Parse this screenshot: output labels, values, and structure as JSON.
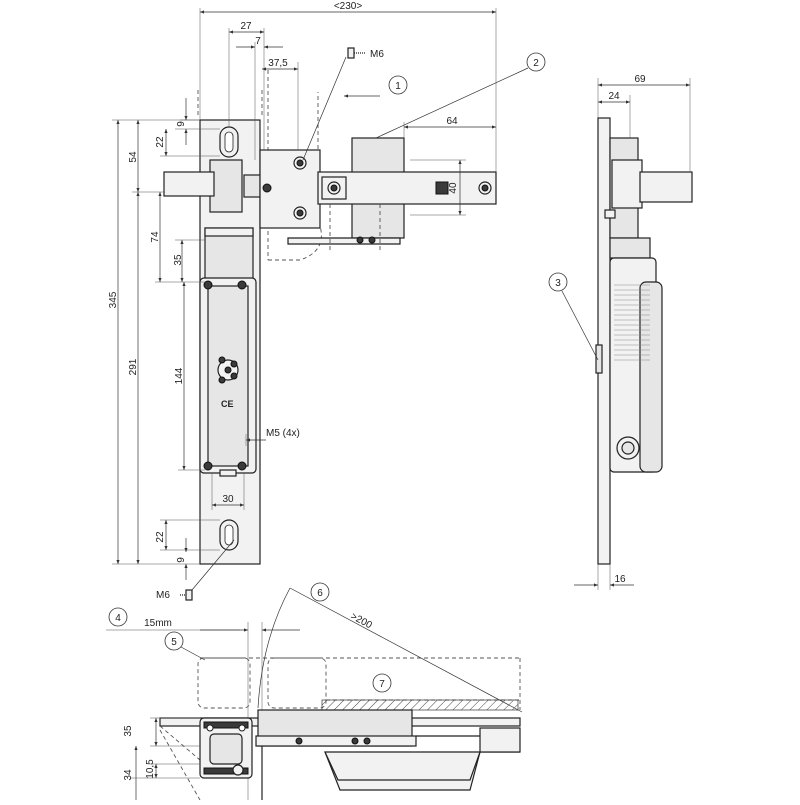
{
  "dimensions": {
    "overall_width": "<230>",
    "d27": "27",
    "d7": "7",
    "d37_5": "37,5",
    "d64": "64",
    "d40": "40",
    "d9_top": "9",
    "d22_top": "22",
    "d54": "54",
    "d74": "74",
    "d35": "35",
    "d345": "345",
    "d291": "291",
    "d144": "144",
    "d30": "30",
    "d22_bottom": "22",
    "d9_bottom": "9",
    "d69": "69",
    "d24": "24",
    "d16": "16",
    "d15mm": "15mm",
    "d_gt200": ">200",
    "d35_bottom": "35",
    "d34": "34",
    "d10_5": "10,5"
  },
  "labels": {
    "m6_top": "M6",
    "m6_bottom": "M6",
    "m5": "M5 (4x)",
    "ce": "CE"
  },
  "callouts": [
    "1",
    "2",
    "3",
    "4",
    "5",
    "6",
    "7"
  ]
}
